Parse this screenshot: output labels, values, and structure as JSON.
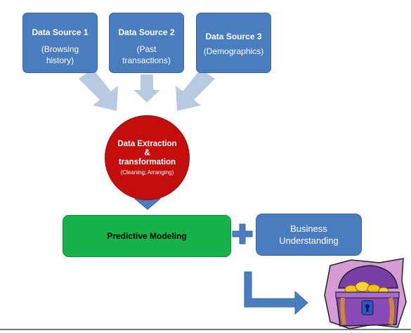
{
  "sources": [
    {
      "title": "Data Source 1",
      "sub1": "(Browsing",
      "sub2": "history)"
    },
    {
      "title": "Data Source 2",
      "sub1": "(Past",
      "sub2": "transactions)"
    },
    {
      "title": "Data Source 3",
      "sub1": "(Demographics)",
      "sub2": ""
    }
  ],
  "extraction": {
    "line1": "Data Extraction",
    "line2": "&",
    "line3": "transformation",
    "line4": "(Cleaning; Arranging)"
  },
  "predictive_label": "Predictive Modeling",
  "business": {
    "line1": "Business",
    "line2": "Understanding"
  },
  "colors": {
    "box_blue": "#4a7dc0",
    "arrow_light": "#b8c9e2",
    "circle_red": "#c40e0e",
    "green": "#16b24a",
    "arrow_blue": "#4a7dc0"
  },
  "icons": [
    "treasure-chest-icon"
  ]
}
